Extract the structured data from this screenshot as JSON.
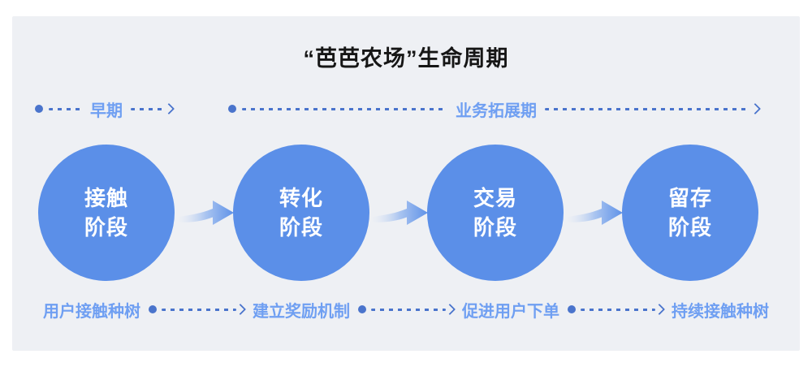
{
  "title": "“芭芭农场”生命周期",
  "timeline": [
    {
      "label": "早期"
    },
    {
      "label": "业务拓展期"
    }
  ],
  "stages": [
    {
      "line1": "接触",
      "line2": "阶段",
      "action": "用户接触种树"
    },
    {
      "line1": "转化",
      "line2": "阶段",
      "action": "建立奖励机制"
    },
    {
      "line1": "交易",
      "line2": "阶段",
      "action": "促进用户下单"
    },
    {
      "line1": "留存",
      "line2": "阶段",
      "action": "持续接触种树"
    }
  ],
  "colors": {
    "panel_bg": "#EEF0F4",
    "circle": "#5B8FE8",
    "accent_dark": "#4A74CC",
    "accent_light": "#6F9FF2",
    "title_text": "#161616"
  }
}
